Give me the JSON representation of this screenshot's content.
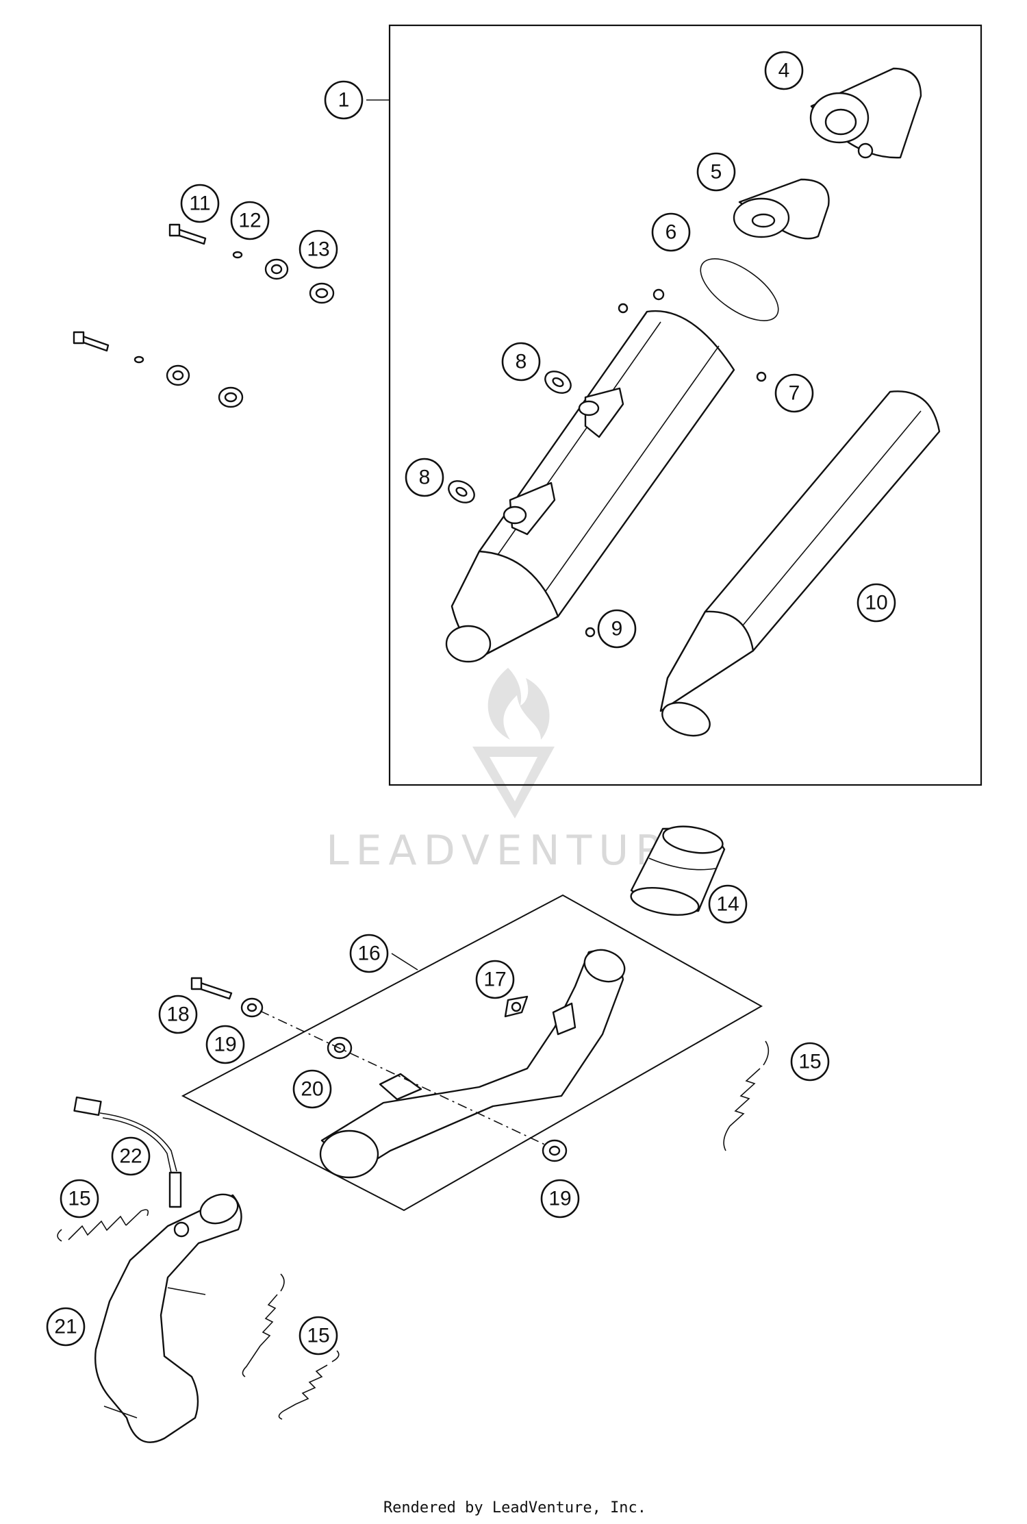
{
  "watermark": {
    "text": "LEADVENTURE"
  },
  "footer": {
    "text": "Rendered by LeadVenture, Inc."
  },
  "callouts": {
    "c1": "1",
    "c4": "4",
    "c5": "5",
    "c6": "6",
    "c7": "7",
    "c8a": "8",
    "c8b": "8",
    "c9": "9",
    "c10": "10",
    "c11": "11",
    "c12": "12",
    "c13": "13",
    "c14": "14",
    "c15a": "15",
    "c15b": "15",
    "c15c": "15",
    "c16": "16",
    "c17": "17",
    "c18": "18",
    "c19a": "19",
    "c19b": "19",
    "c20": "20",
    "c21": "21",
    "c22": "22"
  }
}
